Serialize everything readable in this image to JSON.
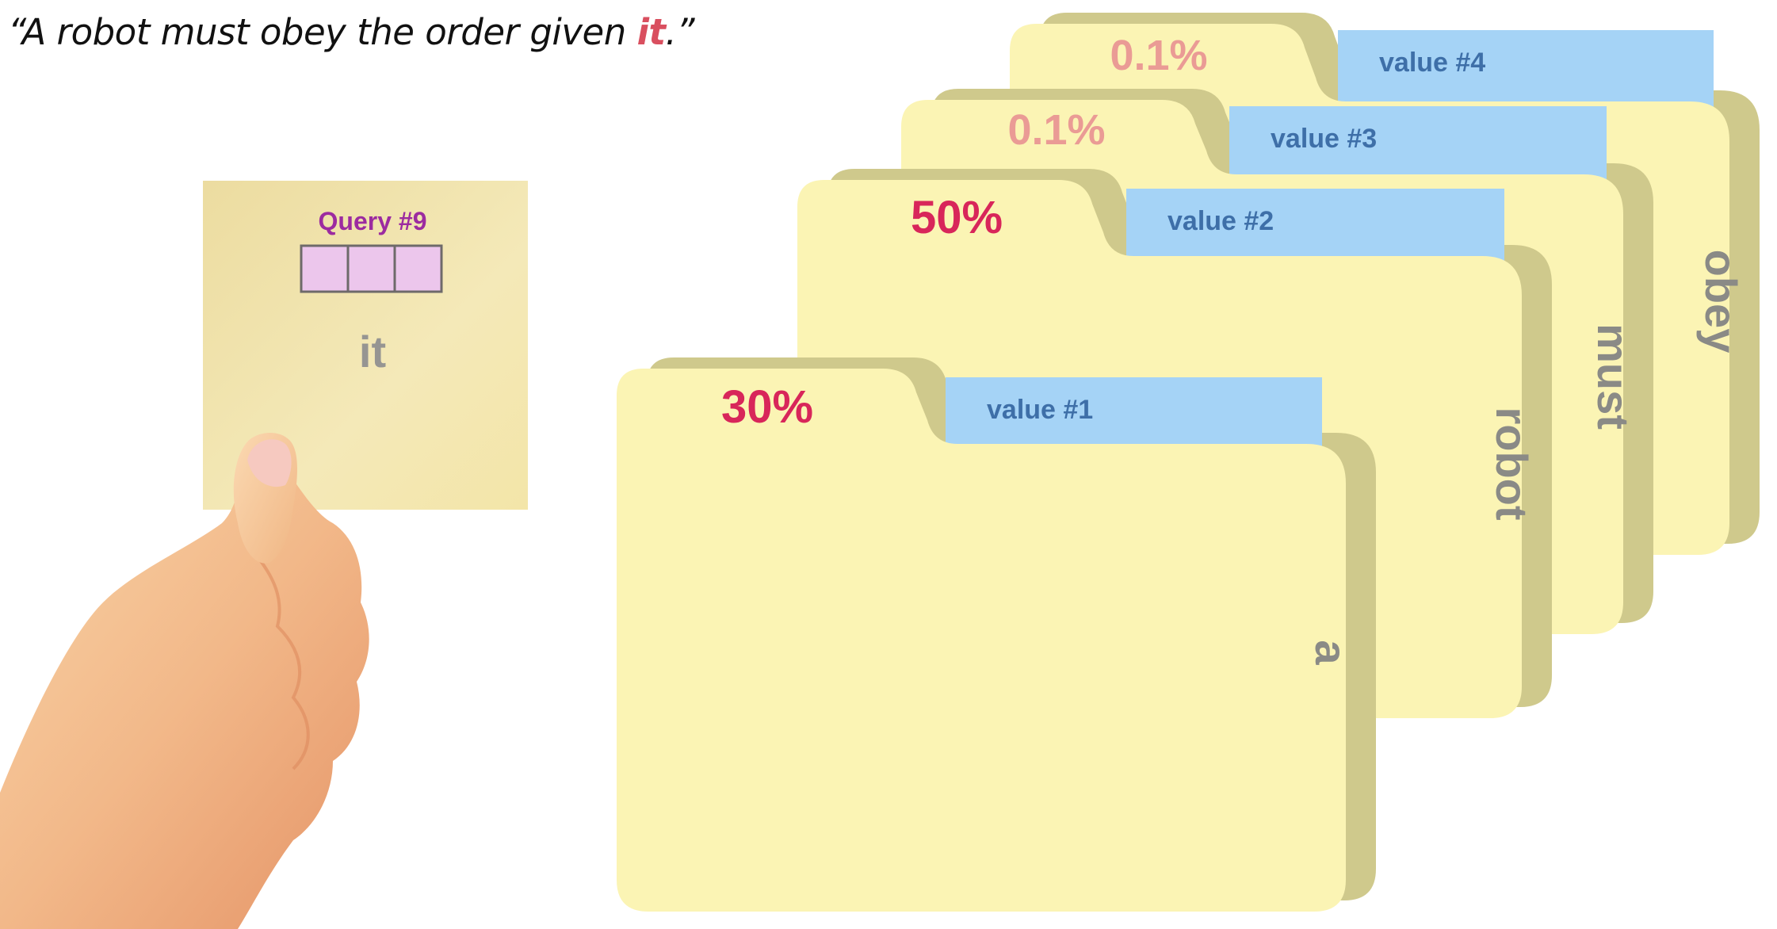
{
  "sentence": {
    "before": "“A robot must obey the order given ",
    "highlight": "it",
    "after": ".”"
  },
  "query_card": {
    "title": "Query #9",
    "word": "it"
  },
  "folders": [
    {
      "key": "obey",
      "percent": "0.1%",
      "value": "value #4"
    },
    {
      "key": "must",
      "percent": "0.1%",
      "value": "value #3"
    },
    {
      "key": "robot",
      "percent": "50%",
      "value": "value #2"
    },
    {
      "key": "a",
      "percent": "30%",
      "value": "value #1"
    }
  ],
  "colors": {
    "folder": "#fbf4b4",
    "folder_shadow": "#cfc98c",
    "value_tab": "#a5d3f6",
    "value_text": "#3e6fa8",
    "percent_strong": "#d8265a",
    "percent_faint": "#ea9b95",
    "key_text": "#8a8a86",
    "query_text": "#9c2ba0",
    "query_box": "#ecc6ec"
  }
}
